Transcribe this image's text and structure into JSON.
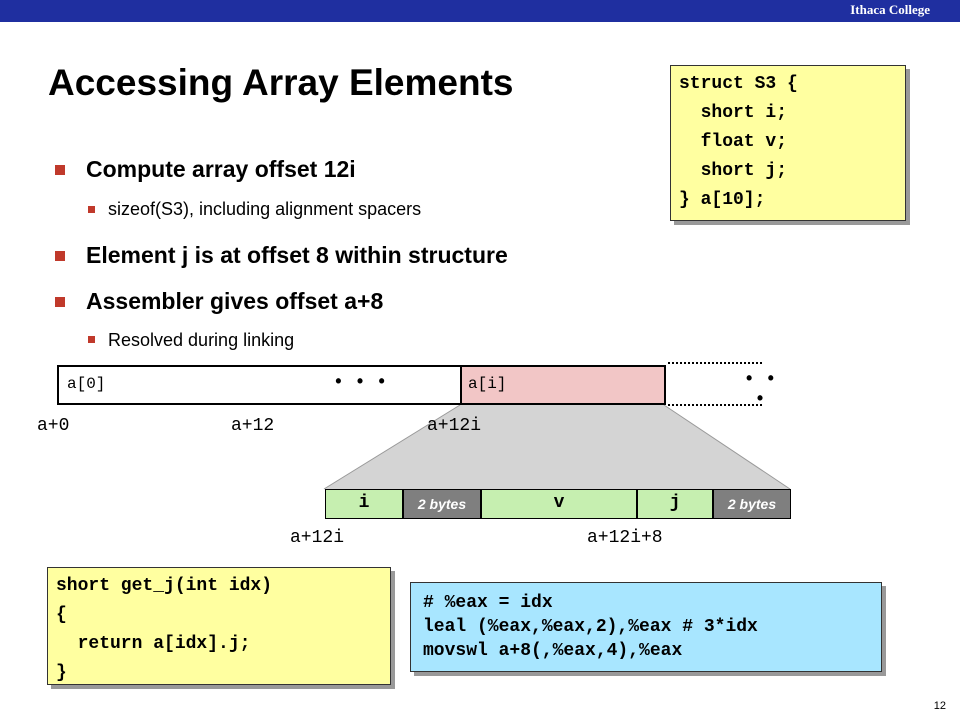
{
  "header": {
    "institution": "Ithaca College"
  },
  "slide": {
    "title": "Accessing Array Elements",
    "page_number": "12"
  },
  "bullets": [
    {
      "text": "Compute array offset 12i"
    },
    {
      "pre": "sizeof(S3)",
      "post": ", including alignment spacers"
    },
    {
      "text": "Element j is at offset 8 within structure"
    },
    {
      "pre": "Assembler gives offset ",
      "code": "a+8"
    },
    {
      "text": "Resolved during linking"
    }
  ],
  "struct_code": "struct S3 {\n  short i;\n  float v;\n  short j;\n} a[10];",
  "array_diagram": {
    "cells": [
      "a[0]",
      "• • •",
      "a[i]",
      "• • •"
    ],
    "addresses": [
      "a+0",
      "a+12",
      "a+12i"
    ]
  },
  "struct_diagram": {
    "fields": [
      "i",
      "2 bytes",
      "v",
      "j",
      "2 bytes"
    ],
    "addresses": [
      "a+12i",
      "a+12i+8"
    ]
  },
  "c_code": "short get_j(int idx)\n{\n  return a[idx].j;\n}",
  "asm_code": "# %eax = idx\nleal (%eax,%eax,2),%eax # 3*idx\nmovswl a+8(,%eax,4),%eax",
  "colors": {
    "topbar": "#1f2fa0",
    "bullet": "#c0392b",
    "code_yellow": "#ffffa0",
    "code_blue": "#a8e6ff",
    "field_green": "#c6efb0",
    "pad_gray": "#7f7f7f",
    "cell_pink": "#f2c6c6"
  }
}
